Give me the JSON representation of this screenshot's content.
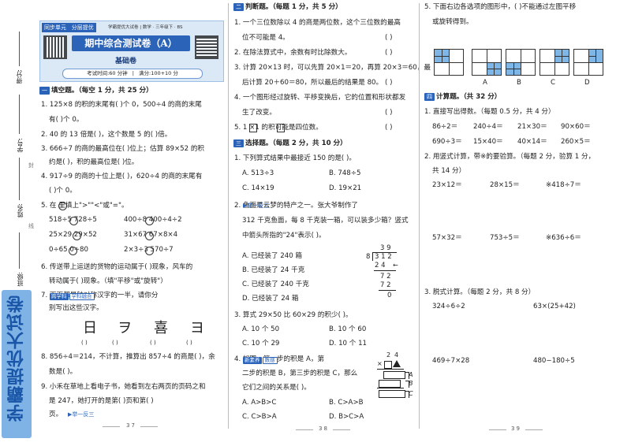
{
  "sidebar": {
    "score_label": "得分:",
    "id_label": "学号:",
    "name_label": "姓名:",
    "class_label": "班级:",
    "seal_chars": [
      "封",
      "线"
    ],
    "brand": "学霸提优大试卷"
  },
  "header": {
    "tabs": [
      "同步单元",
      "分层提优"
    ],
    "series_line": "学霸提优大试卷 | 数学 · 三年级下 · BS",
    "title": "期中综合测试卷（A）",
    "subtitle": "基础卷",
    "time": "考试时间:60 分钟",
    "score": "满分:100+10 分"
  },
  "col1": {
    "section1": "填空题。（每空 1 分，共 25 分）",
    "lines": [
      "1. 125×8 的积的末尾有(    )个 0，500÷4 的商的末尾",
      "有(    )个 0。",
      "2. 40 的 13 倍是(        )，这个数是 5 的(      )倍。",
      "3. 666÷7 的商的最高位在(     )位上；估算 89×52 的积",
      "约是(        )，积的最高位是(       )位。",
      "4. 917÷9 的商的十位上是(      )，620÷4 的商的末尾有",
      "(    )个 0。",
      "5. 在     里填上\">\"\"<\"或\"=\"。",
      "518÷5      728÷5",
      "400÷8      400÷4÷2",
      "25×29      29×52",
      "31×67      67×8×4",
      "0÷65      0÷80",
      "2×3÷3      570÷7",
      "6. 传送带上运送的货物的运动属于(        )现象，风车的",
      "转动属于(        )现象。（填\"平移\"或\"旋转\"）",
      "7.                  下面都是轴对称汉字的一半，请你分",
      "别写出这些汉字。",
      "8. 856÷4＝214，不计算，推算出 857÷4 的商是(     )，余",
      "数是(     )。",
      "9. 小禾在草地上看电子书，她看到左右两页的页码之和",
      "是 247，她打开的是第(        )页和第(        )",
      "页。"
    ],
    "q7_tags": [
      "跨学科",
      "学科融合"
    ],
    "q7_chars": [
      "日",
      "ヲ",
      "喜",
      "ヨ"
    ],
    "q9_tag": "▶举一反三",
    "page_number": "37"
  },
  "col2": {
    "section2": "判断题。（每题 1 分，共 5 分）",
    "lines": [
      "1. 一个三位数除以 4 的商是两位数，这个三位数的最高",
      "位不可能是 4。",
      "2. 在除法算式中，余数有时比除数大。",
      "3. 计算 20×13 时，可以先算 20×1＝20，再算 20×3＝60，最",
      "后计算 20＋60＝80，所以最后的结果是 80。",
      "4. 一个图形经过旋转、平移变换后，它的位置和形状都发",
      "生了改变。",
      "5. 1      ×1      的积可能是四位数。"
    ],
    "judge_marks": [
      "(        )",
      "(        )",
      "(        )",
      "(        )",
      "(        )"
    ],
    "section3": "选择题。（每题 2 分，共 10 分）",
    "choice_lines": [
      "1. 下列算式结果中最接近 150 的是(     )。",
      "A. 513÷3",
      "B. 748÷5",
      "C. 14×19",
      "D. 19×21",
      "2.          鱼面是云梦的特产之一。张大爷制作了",
      "312 千克鱼面，每 8 千克装一箱，可以装多少箱？竖式",
      "中箭头所指的\"24\"表示(     )。",
      "A. 已经装了 240 箱",
      "B. 已经装了 24 千克",
      "C. 已经装了 240 千克",
      "D. 已经装了 24 箱",
      "3. 算式 29×50 比 60×29 的积少(     )。",
      "A. 10 个 50",
      "B. 10 个 60",
      "C. 10 个 29",
      "D. 10 个 11",
      "4.                  如图，第一步的积是 A，第",
      "二步的积是 B，第三步的积是 C，那么",
      "它们之间的关系是(     )。",
      "A. A>B>C",
      "B. C>A>B",
      "C. C>B>A",
      "D. B>C>A"
    ],
    "q2_tag": "▶举一反三",
    "q4_tags": [
      "新素养",
      "数感"
    ],
    "division": {
      "quotient": "3 9",
      "divisor": "8",
      "dividend": "3 1 2",
      "step1": "2 4",
      "step2": "7 2",
      "step3": "7 2",
      "remainder": "0"
    },
    "mult_fig": {
      "top1": "2",
      "top2": "4",
      "times": "×",
      "labels": [
        "A",
        "B",
        "C"
      ]
    },
    "page_number": "38"
  },
  "col3": {
    "q5_lines": [
      "5. 下面右边各选项的图形中，(     )不能通过左图平移",
      "或旋转得到。"
    ],
    "options": [
      "A",
      "B",
      "C",
      "D"
    ],
    "section4": "计算题。（共 32 分）",
    "lines": [
      "1. 直接写出得数。（每题 0.5 分，共 4 分）",
      "2. 用竖式计算，带※的要验算。（每题 2 分，验算 1 分，",
      "共 14 分）",
      "3. 脱式计算。（每题 2 分，共 8 分）"
    ],
    "direct": [
      [
        "86÷2＝",
        "240÷4＝",
        "21×30＝",
        "90×60＝"
      ],
      [
        "690÷3＝",
        "15×40＝",
        "40×14＝",
        "260×5＝"
      ]
    ],
    "vertical": [
      [
        "23×12＝",
        "28×15＝",
        "※418÷7＝"
      ],
      [
        "57×32＝",
        "753÷5＝",
        "※636÷6＝"
      ]
    ],
    "stepwise": [
      [
        "324÷6÷2",
        "63×(25+42)"
      ],
      [
        "469÷7×28",
        "480−180÷5"
      ]
    ],
    "page_number": "39"
  }
}
